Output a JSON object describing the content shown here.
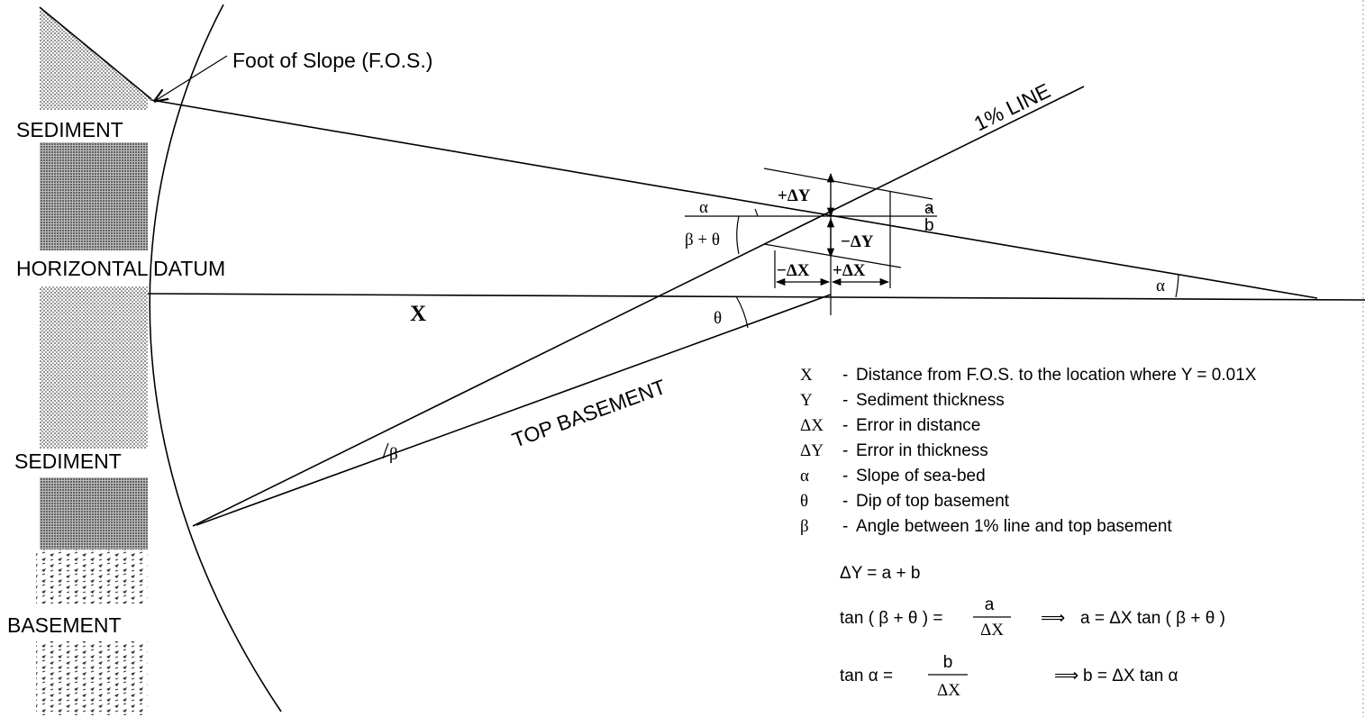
{
  "labels": {
    "foot_of_slope": "Foot of Slope (F.O.S.)",
    "sediment_top": "SEDIMENT",
    "horizontal_datum": "HORIZONTAL DATUM",
    "sediment_bottom": "SEDIMENT",
    "basement": "BASEMENT",
    "one_percent_line": "1% LINE",
    "top_basement": "TOP BASEMENT",
    "x": "X",
    "alpha_left": "α",
    "alpha_right": "α",
    "beta_theta": "β + θ",
    "theta": "θ",
    "beta": "β",
    "plus_dy": "+ΔY",
    "minus_dy": "−ΔY",
    "minus_dx": "−ΔX",
    "plus_dx": "+ΔX",
    "a": "a",
    "b": "b"
  },
  "legend": [
    {
      "symbol": "X",
      "sep": "-",
      "text": "Distance from F.O.S. to the location where Y = 0.01X"
    },
    {
      "symbol": "Y",
      "sep": "-",
      "text": "Sediment thickness"
    },
    {
      "symbol": "ΔX",
      "sep": "-",
      "text": "Error in distance"
    },
    {
      "symbol": "ΔY",
      "sep": "-",
      "text": "Error in thickness"
    },
    {
      "symbol": "α",
      "sep": "-",
      "text": "Slope of sea-bed"
    },
    {
      "symbol": "θ",
      "sep": "-",
      "text": "Dip of top basement"
    },
    {
      "symbol": "β",
      "sep": "-",
      "text": "Angle between 1% line and top basement"
    }
  ],
  "formulas": {
    "f1": "ΔY = a + b",
    "f2_left": "tan ( β + θ ) =",
    "f2_num": "a",
    "f2_den": "ΔX",
    "f2_arrow": "⟹",
    "f2_right": "a = ΔX tan ( β + θ )",
    "f3_left": "tan α =",
    "f3_num": "b",
    "f3_den": "ΔX",
    "f3_arrow": "⟹",
    "f3_right": "b = ΔX tan α"
  }
}
